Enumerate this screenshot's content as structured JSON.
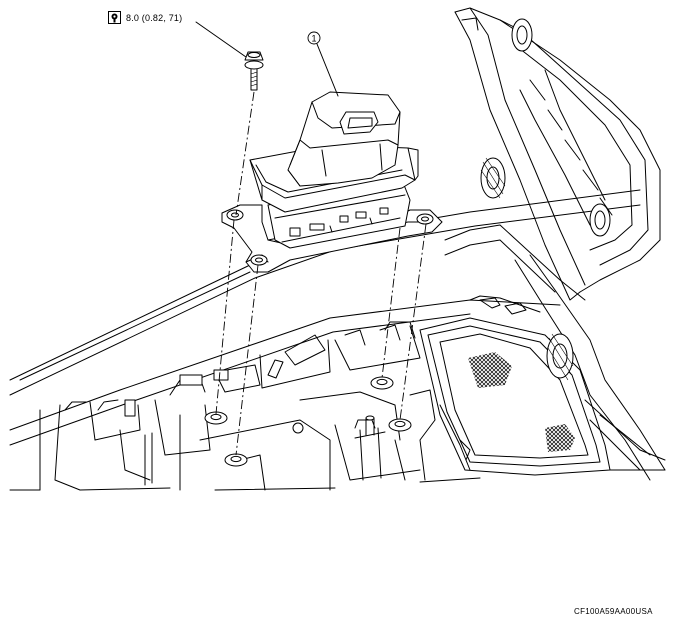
{
  "torque_spec": {
    "icon": "torque-wrench-icon",
    "value": "8.0 (0.82, 71)"
  },
  "callouts": [
    {
      "number": "1"
    }
  ],
  "figure_code": "CF100A59AA00USA"
}
